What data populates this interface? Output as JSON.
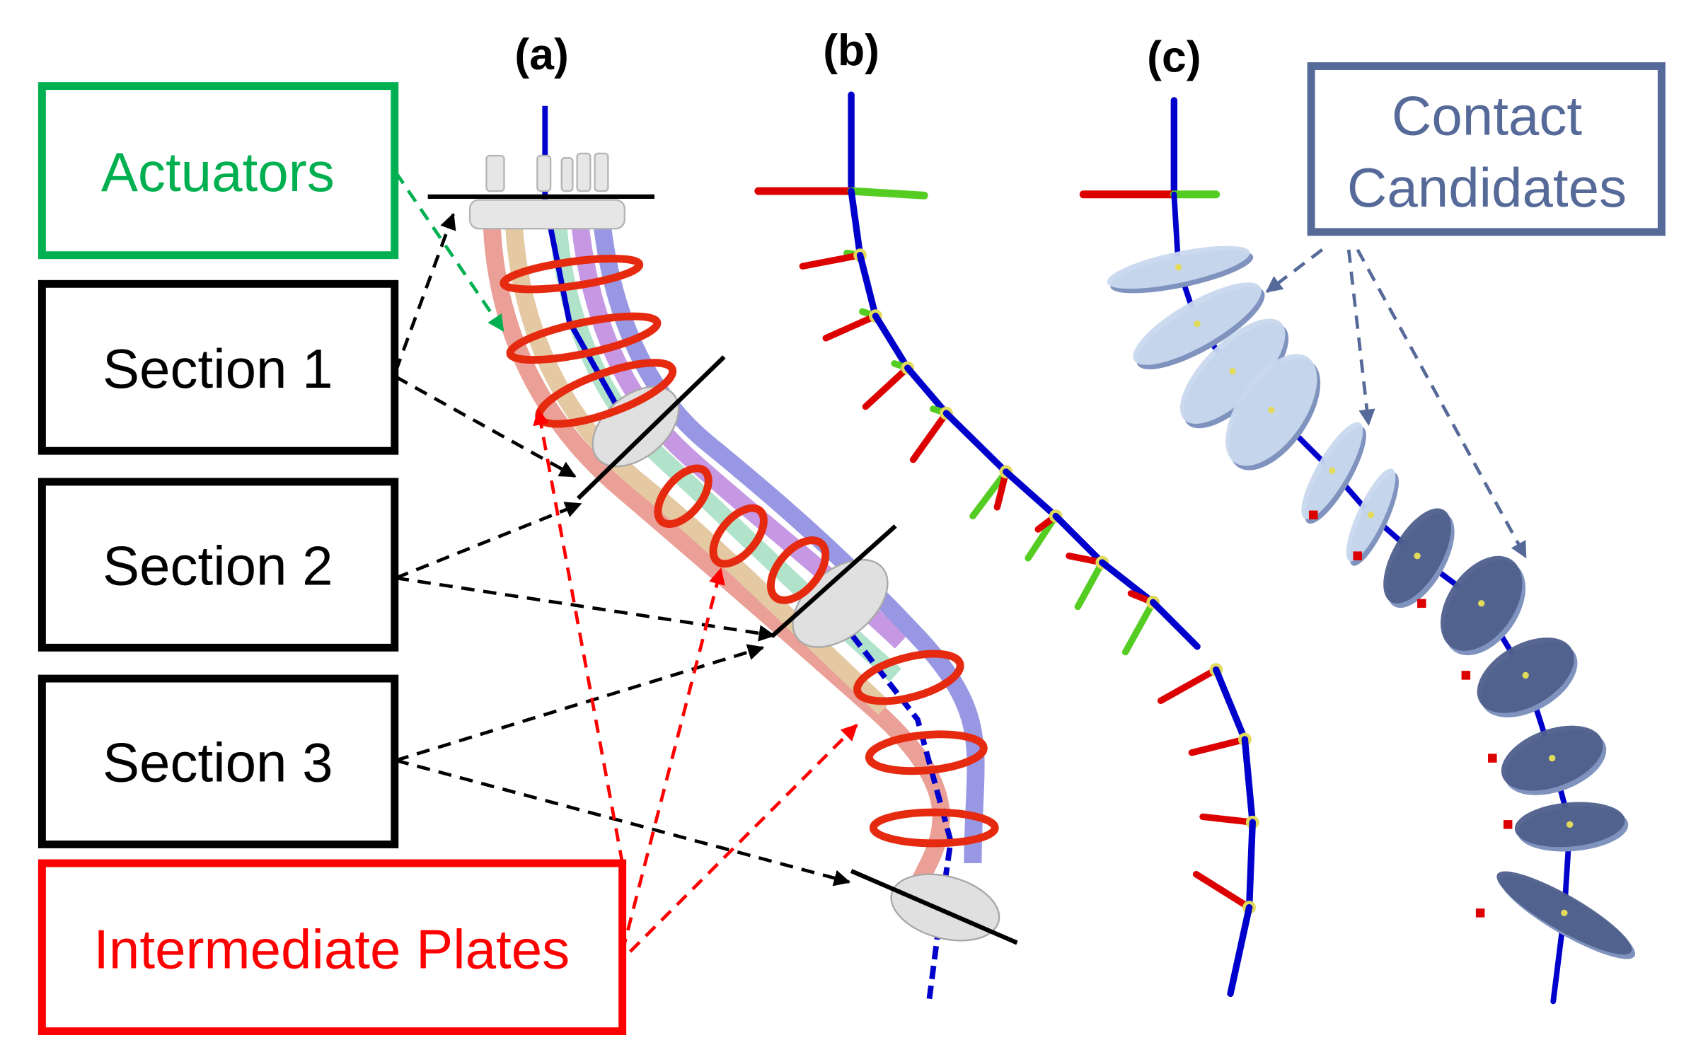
{
  "figure": {
    "panels": [
      {
        "id": "a",
        "label": "(a)"
      },
      {
        "id": "b",
        "label": "(b)"
      },
      {
        "id": "c",
        "label": "(c)"
      }
    ],
    "callouts": {
      "actuators": {
        "label": "Actuators",
        "color": "#00B050"
      },
      "section1": {
        "label": "Section 1",
        "color": "#000000"
      },
      "section2": {
        "label": "Section 2",
        "color": "#000000"
      },
      "section3": {
        "label": "Section 3",
        "color": "#000000"
      },
      "intermediate_plates": {
        "label": "Intermediate Plates",
        "color": "#FF0000"
      },
      "contact_candidates": {
        "line1": "Contact",
        "line2": "Candidates",
        "color": "#566A99"
      }
    },
    "colors": {
      "x_axis": "#DD0000",
      "y_axis": "#55CC22",
      "z_axis": "#0000CC",
      "joint": "#E2DA5A",
      "disk_light": "#C9D8EE",
      "disk_dark": "#4F5F8C",
      "tube_colors": [
        "#E8968C",
        "#E2C49A",
        "#A8E0C4",
        "#C08CE0",
        "#8C8CE0"
      ]
    }
  }
}
